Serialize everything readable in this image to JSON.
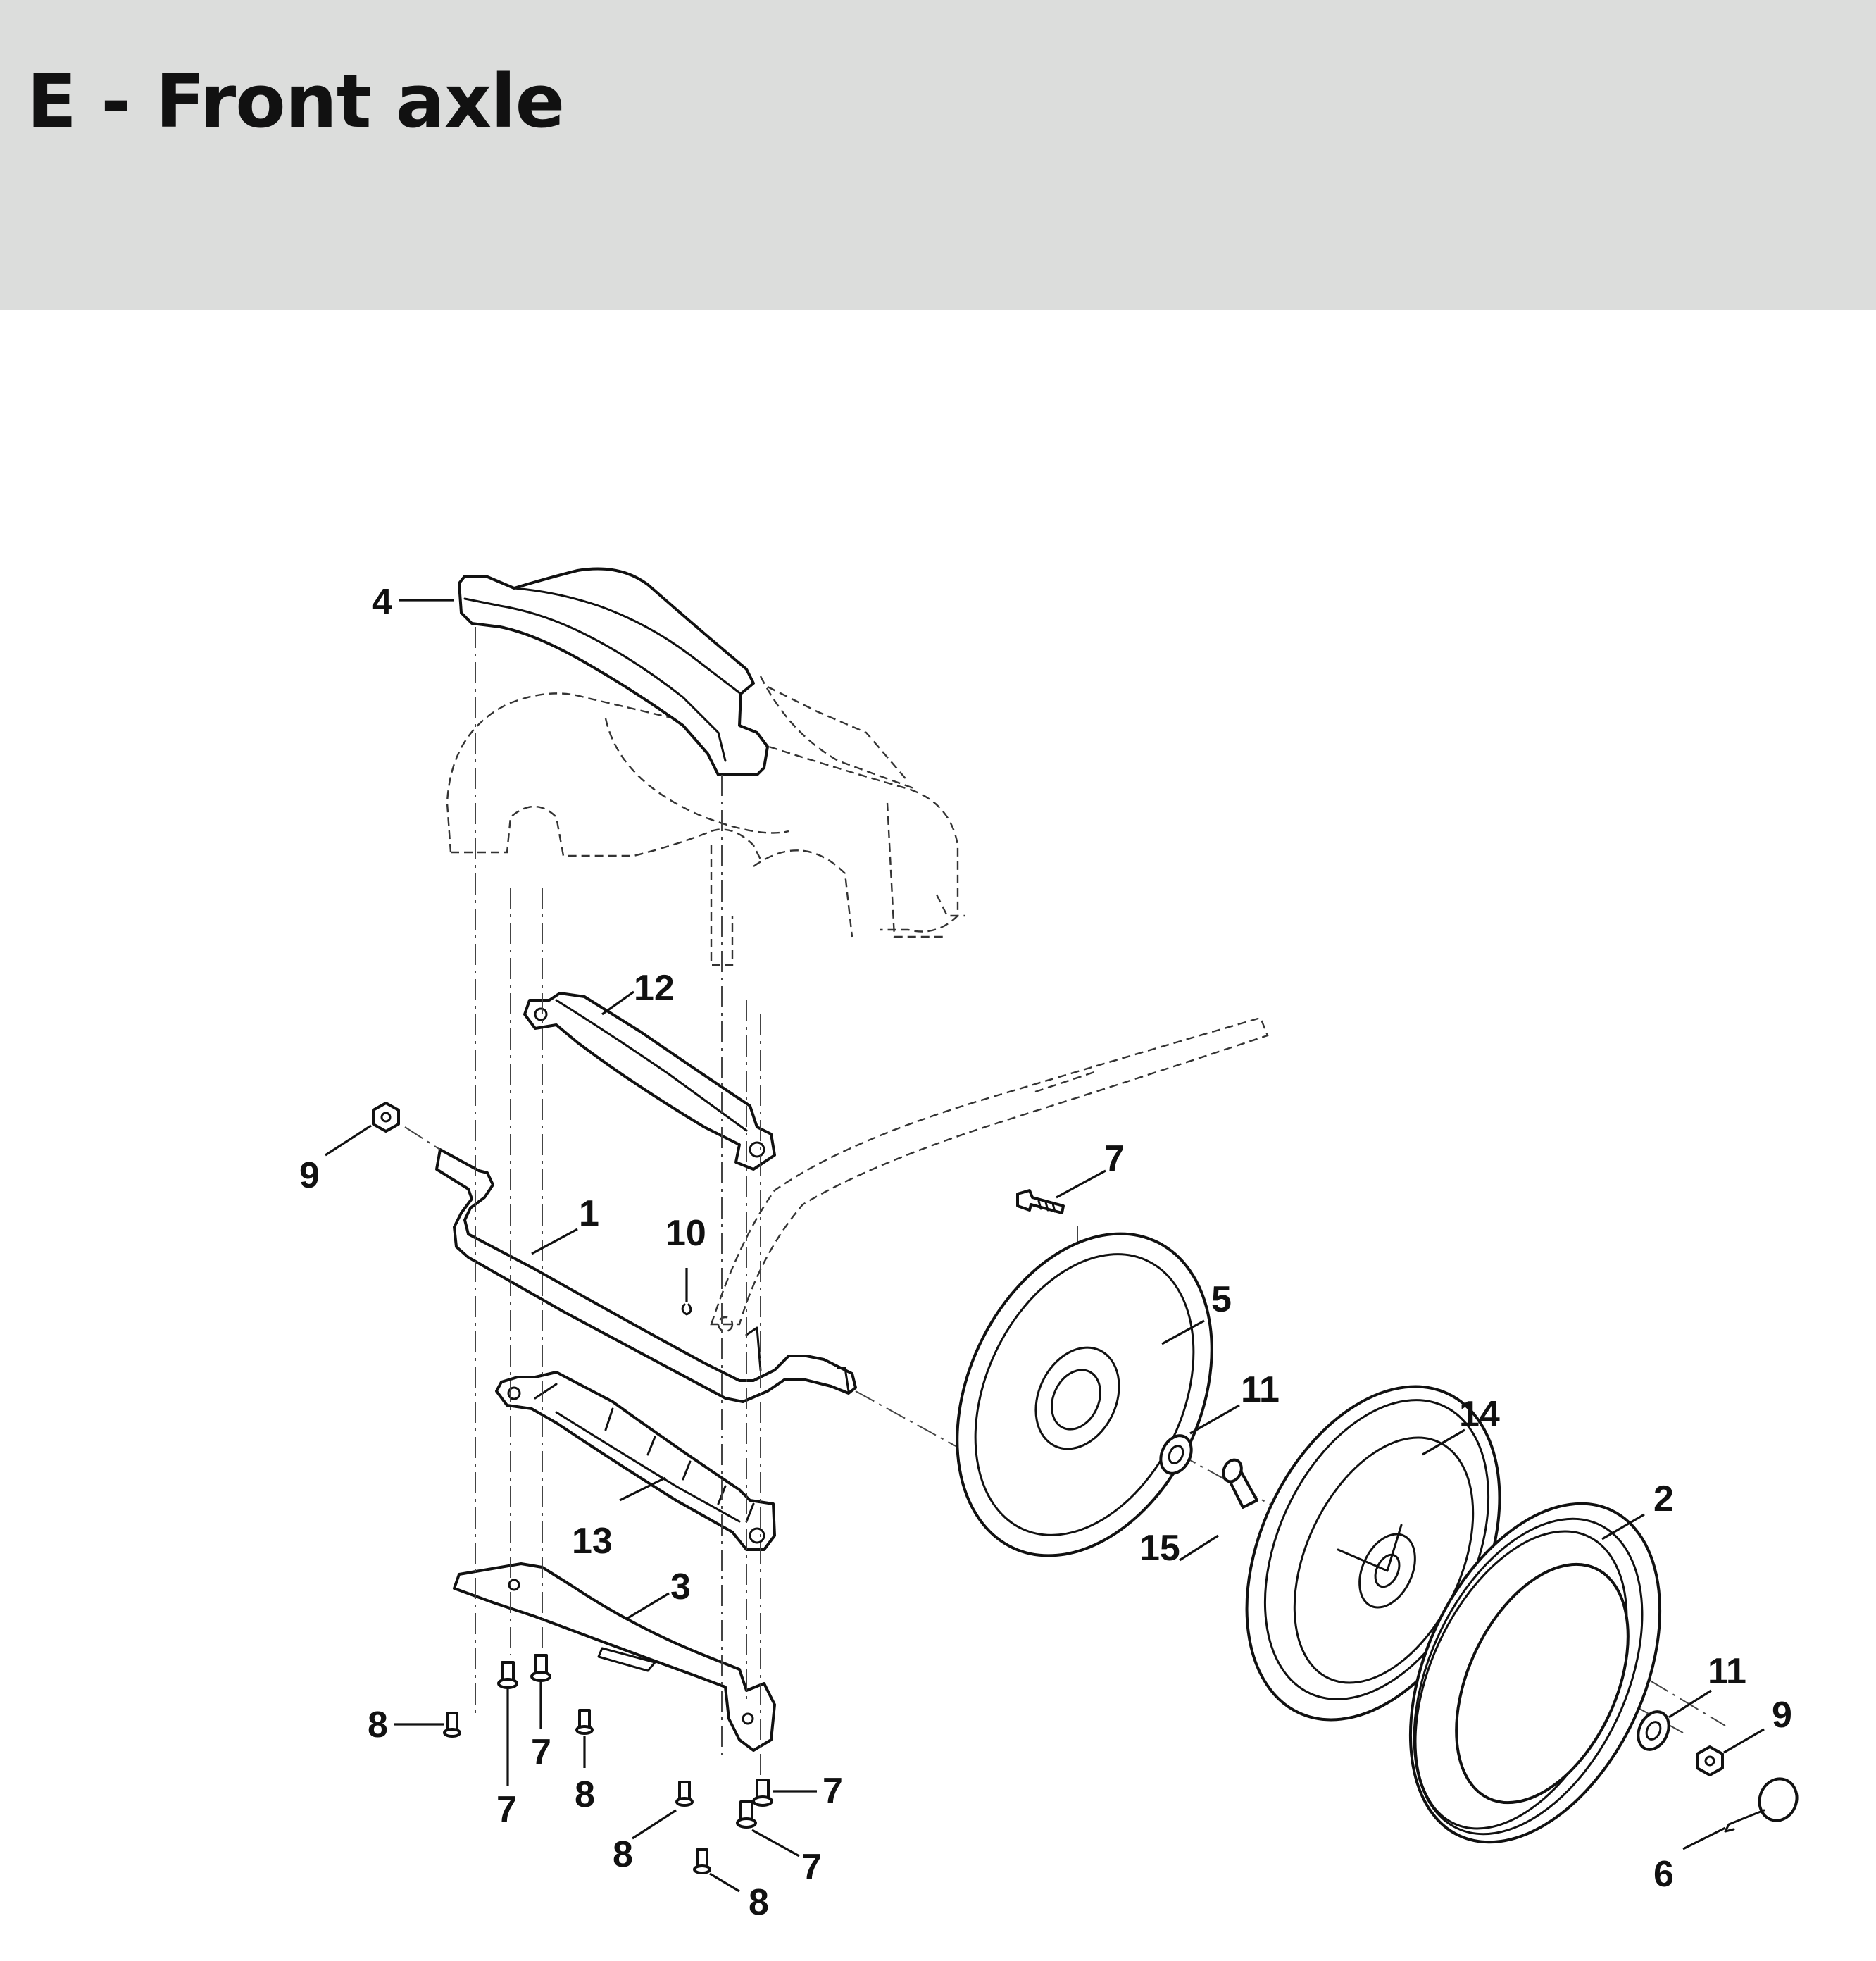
{
  "page": {
    "title": "E - Front axle"
  },
  "callouts": [
    {
      "id": "c4",
      "label": "4"
    },
    {
      "id": "c12",
      "label": "12"
    },
    {
      "id": "c9a",
      "label": "9"
    },
    {
      "id": "c1",
      "label": "1"
    },
    {
      "id": "c10",
      "label": "10"
    },
    {
      "id": "c7a",
      "label": "7"
    },
    {
      "id": "c5",
      "label": "5"
    },
    {
      "id": "c11a",
      "label": "11"
    },
    {
      "id": "c14",
      "label": "14"
    },
    {
      "id": "c2",
      "label": "2"
    },
    {
      "id": "c15",
      "label": "15"
    },
    {
      "id": "c13",
      "label": "13"
    },
    {
      "id": "c3",
      "label": "3"
    },
    {
      "id": "c8a",
      "label": "8"
    },
    {
      "id": "c7b",
      "label": "7"
    },
    {
      "id": "c7c",
      "label": "7"
    },
    {
      "id": "c8b",
      "label": "8"
    },
    {
      "id": "c7d",
      "label": "7"
    },
    {
      "id": "c8c",
      "label": "8"
    },
    {
      "id": "c7e",
      "label": "7"
    },
    {
      "id": "c8d",
      "label": "8"
    },
    {
      "id": "c11b",
      "label": "11"
    },
    {
      "id": "c9b",
      "label": "9"
    },
    {
      "id": "c6",
      "label": "6"
    }
  ]
}
